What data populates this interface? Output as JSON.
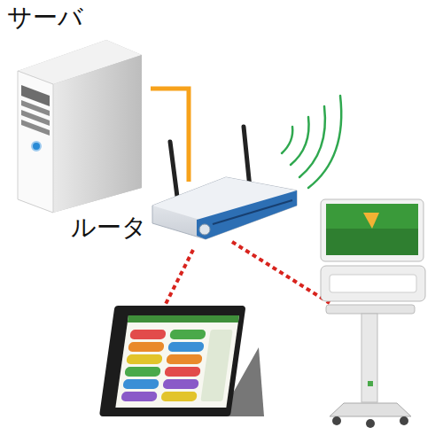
{
  "diagram": {
    "nodes": [
      {
        "text": [
          "サーバ"
        ]
      },
      {
        "text": [
          "ルータ"
        ]
      }
    ],
    "edges": [
      {
        "from": 0,
        "to": 1,
        "arrow": "none"
      }
    ]
  }
}
